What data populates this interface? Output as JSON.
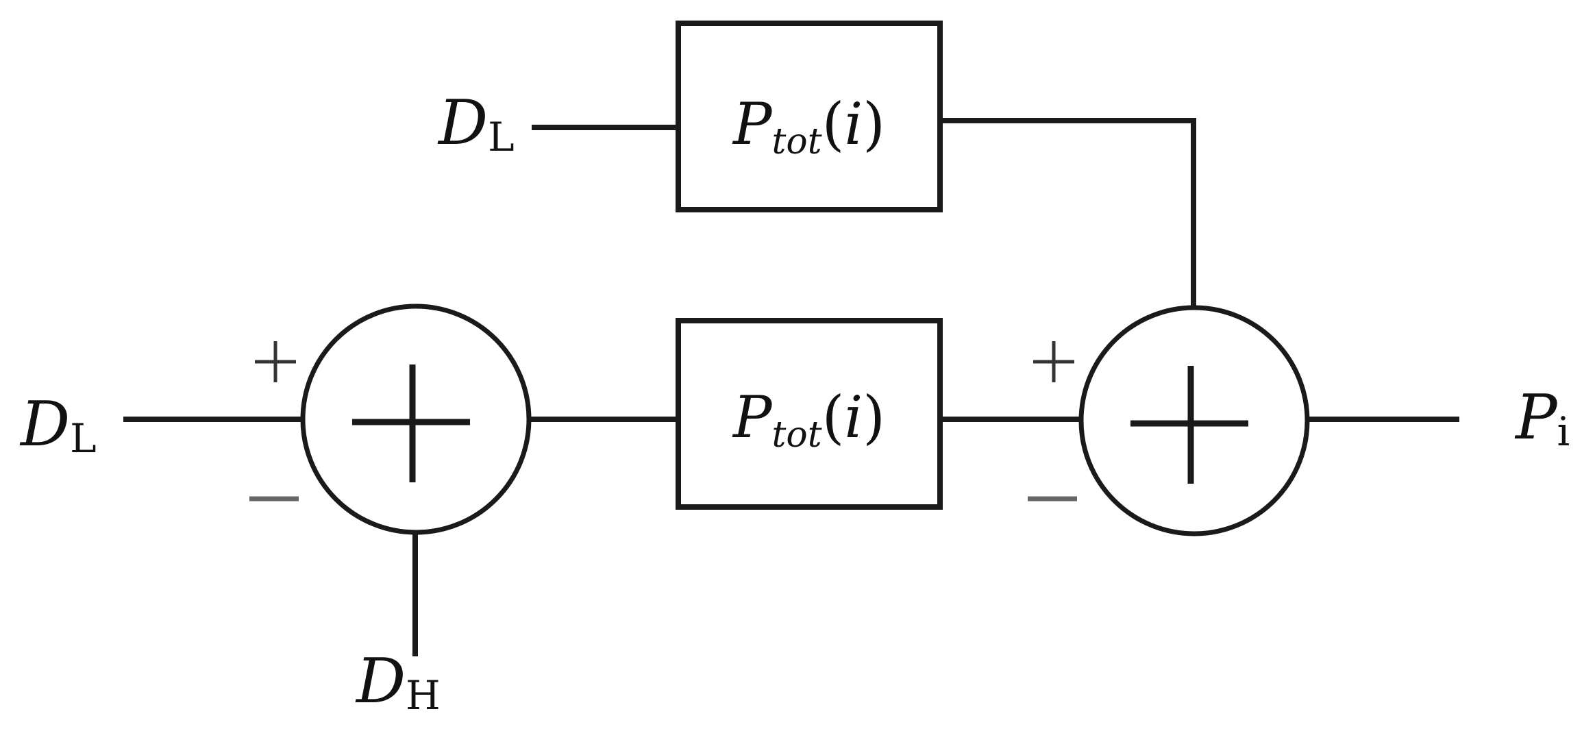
{
  "inputs": {
    "top_left": {
      "symbol": "D",
      "subscript": "L"
    },
    "mid_left": {
      "symbol": "D",
      "subscript": "L"
    },
    "bottom": {
      "symbol": "D",
      "subscript": "H"
    }
  },
  "output": {
    "symbol": "P",
    "subscript": "i"
  },
  "blocks": [
    {
      "symbol": "P",
      "subscript": "tot",
      "open": "(",
      "argument": "i",
      "close": ")"
    },
    {
      "symbol": "P",
      "subscript": "tot",
      "open": "(",
      "argument": "i",
      "close": ")"
    }
  ],
  "summing_junctions": [
    {
      "plus_sign": "+",
      "minus_sign": "−"
    },
    {
      "plus_sign": "+",
      "minus_sign": "−"
    }
  ]
}
